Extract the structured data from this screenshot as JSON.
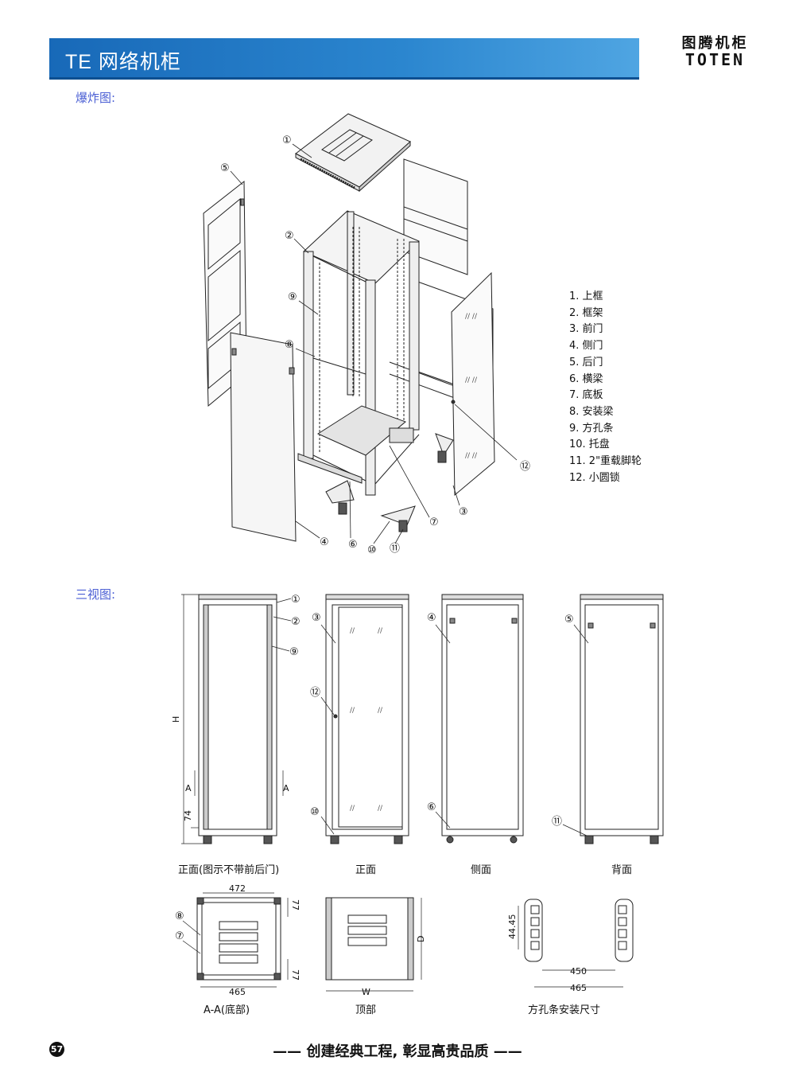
{
  "header": {
    "title": "TE 网络机柜"
  },
  "brand": {
    "name_cn": "图腾机柜",
    "name_en": "TOTEN"
  },
  "sections": {
    "exploded_label": "爆炸图:",
    "three_view_label": "三视图:"
  },
  "parts_list": [
    "1. 上框",
    "2. 框架",
    "3. 前门",
    "4. 侧门",
    "5. 后门",
    "6. 横梁",
    "7. 底板",
    "8. 安装梁",
    "9. 方孔条",
    "10. 托盘",
    "11. 2\"重载脚轮",
    "12. 小圆锁"
  ],
  "callouts": [
    "①",
    "②",
    "③",
    "④",
    "⑤",
    "⑥",
    "⑦",
    "⑧",
    "⑨",
    "⑩",
    "⑪",
    "⑫"
  ],
  "dimensions": {
    "height": "H",
    "section_mark": "A",
    "base_offset": "74",
    "width_top": "472",
    "width_bottom": "465",
    "edge_offset": "77",
    "depth": "D",
    "width_label": "W",
    "pitch": "44.45",
    "rail_inner": "450",
    "rail_outer": "465"
  },
  "captions": {
    "front_no_doors": "正面(图示不带前后门)",
    "front": "正面",
    "side": "侧面",
    "back": "背面",
    "section_aa": "A-A(底部)",
    "top": "顶部",
    "rail_size": "方孔条安装尺寸"
  },
  "footer": {
    "slogan": "—— 创建经典工程, 彰显高贵品质 ——",
    "page_number": "57"
  }
}
